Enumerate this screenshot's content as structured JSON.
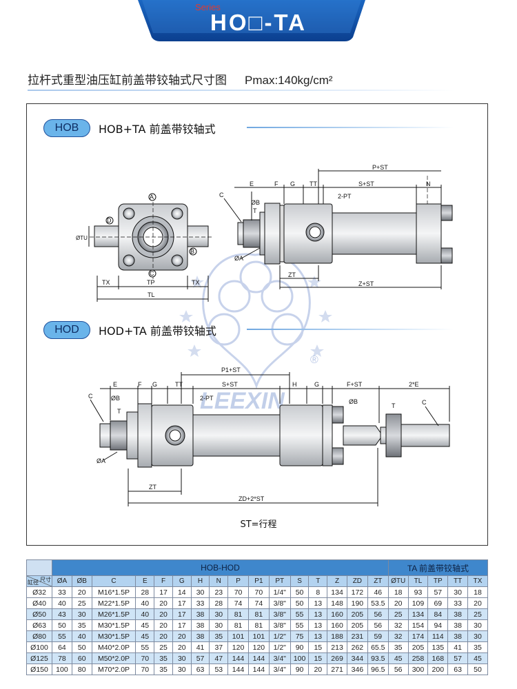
{
  "header": {
    "series_label": "Series",
    "series_title": "HO□-TA",
    "page_title": "拉杆式重型油压缸前盖带铰轴式尺寸图",
    "pmax": "Pmax:140kg/cm²"
  },
  "sections": {
    "hob": {
      "pill": "HOB",
      "label": "HOB+TA  前盖带铰轴式"
    },
    "hod": {
      "pill": "HOD",
      "label": "HOD+TA  前盖带铰轴式"
    }
  },
  "watermark": {
    "brand": "LEEXIN",
    "registered": "®"
  },
  "drawing_labels": {
    "end_view": [
      "A",
      "B",
      "C",
      "D",
      "ØTU",
      "TX",
      "TP",
      "TX",
      "TL"
    ],
    "hob_side": [
      "P+ST",
      "E",
      "F",
      "G",
      "TT",
      "S+ST",
      "N",
      "2-PT",
      "C",
      "ØB",
      "T",
      "ØA",
      "ZT",
      "Z+ST"
    ],
    "hod_side": [
      "P1+ST",
      "E",
      "F",
      "G",
      "TT",
      "S+ST",
      "H",
      "G",
      "F+ST",
      "2*E",
      "2-PT",
      "C",
      "ØB",
      "T",
      "ØA",
      "ØB",
      "T",
      "C",
      "ZT",
      "ZD+2*ST"
    ]
  },
  "stroke_note": "ST=行程",
  "table": {
    "group_main": "HOB-HOD",
    "group_ta": "TA  前盖带铰轴式",
    "corner_col": "尺寸",
    "corner_row": "缸径",
    "columns": [
      "ØA",
      "ØB",
      "C",
      "E",
      "F",
      "G",
      "H",
      "N",
      "P",
      "P1",
      "PT",
      "S",
      "T",
      "Z",
      "ZD",
      "ZT",
      "ØTU",
      "TL",
      "TP",
      "TT",
      "TX"
    ],
    "rows": [
      [
        "Ø32",
        "33",
        "20",
        "M16*1.5P",
        "28",
        "17",
        "14",
        "30",
        "23",
        "70",
        "70",
        "1/4\"",
        "50",
        "8",
        "134",
        "172",
        "46",
        "18",
        "93",
        "57",
        "30",
        "18"
      ],
      [
        "Ø40",
        "40",
        "25",
        "M22*1.5P",
        "40",
        "20",
        "17",
        "33",
        "28",
        "74",
        "74",
        "3/8\"",
        "50",
        "13",
        "148",
        "190",
        "53.5",
        "20",
        "109",
        "69",
        "33",
        "20"
      ],
      [
        "Ø50",
        "43",
        "30",
        "M26*1.5P",
        "40",
        "20",
        "17",
        "38",
        "30",
        "81",
        "81",
        "3/8\"",
        "55",
        "13",
        "160",
        "205",
        "56",
        "25",
        "134",
        "84",
        "38",
        "25"
      ],
      [
        "Ø63",
        "50",
        "35",
        "M30*1.5P",
        "45",
        "20",
        "17",
        "38",
        "30",
        "81",
        "81",
        "3/8\"",
        "55",
        "13",
        "160",
        "205",
        "56",
        "32",
        "154",
        "94",
        "38",
        "30"
      ],
      [
        "Ø80",
        "55",
        "40",
        "M30*1.5P",
        "45",
        "20",
        "20",
        "38",
        "35",
        "101",
        "101",
        "1/2\"",
        "75",
        "13",
        "188",
        "231",
        "59",
        "32",
        "174",
        "114",
        "38",
        "30"
      ],
      [
        "Ø100",
        "64",
        "50",
        "M40*2.0P",
        "55",
        "25",
        "20",
        "41",
        "37",
        "120",
        "120",
        "1/2\"",
        "90",
        "15",
        "213",
        "262",
        "65.5",
        "35",
        "205",
        "135",
        "41",
        "35"
      ],
      [
        "Ø125",
        "78",
        "60",
        "M50*2.0P",
        "70",
        "35",
        "30",
        "57",
        "47",
        "144",
        "144",
        "3/4\"",
        "100",
        "15",
        "269",
        "344",
        "93.5",
        "45",
        "258",
        "168",
        "57",
        "45"
      ],
      [
        "Ø150",
        "100",
        "80",
        "M70*2.0P",
        "70",
        "35",
        "30",
        "63",
        "53",
        "144",
        "144",
        "3/4\"",
        "90",
        "20",
        "271",
        "346",
        "96.5",
        "56",
        "300",
        "200",
        "63",
        "50"
      ]
    ],
    "highlight_rows": [
      2,
      4,
      6
    ]
  }
}
